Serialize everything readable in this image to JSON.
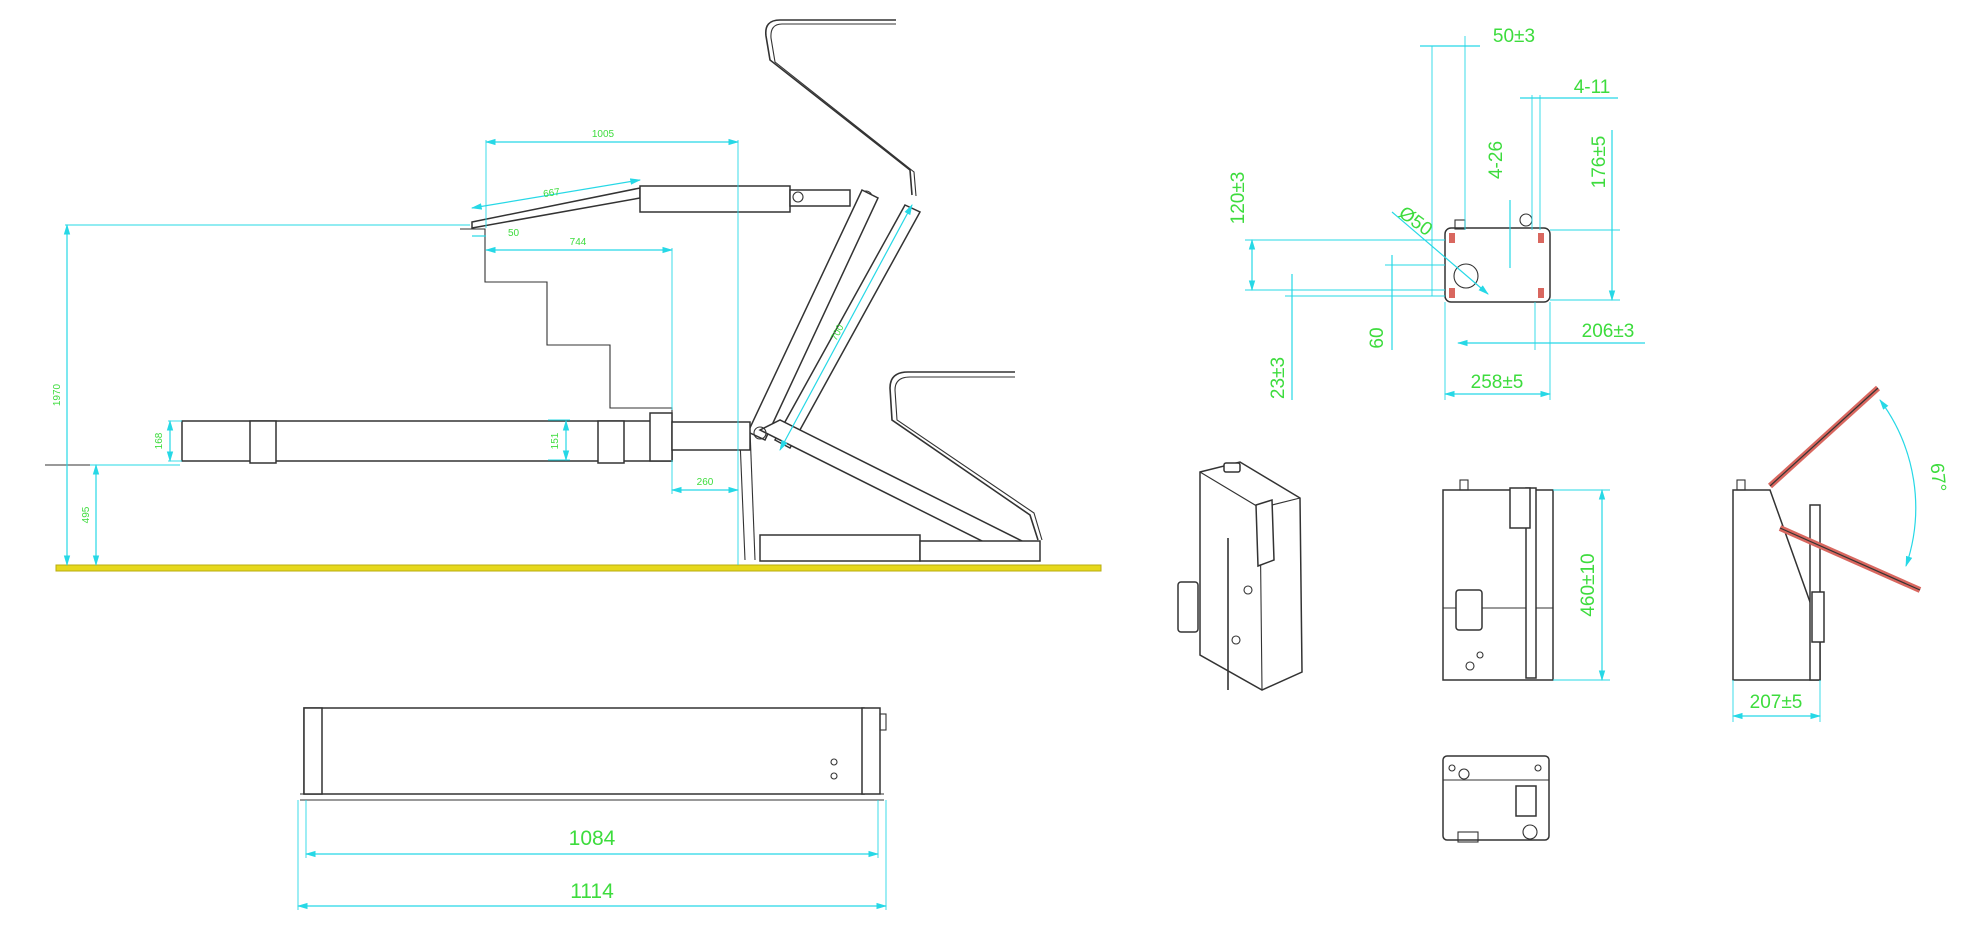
{
  "dimensions": {
    "side_view": {
      "d1005": "1005",
      "d667": "667",
      "d50": "50",
      "d744": "744",
      "d1970": "1970",
      "d168": "168",
      "d151": "151",
      "d260": "260",
      "d495": "495",
      "d700": "700"
    },
    "bottom_view": {
      "d1084": "1084",
      "d1114": "1114"
    },
    "box_top_view": {
      "d50_3": "50±3",
      "d4_11": "4-11",
      "d4_26": "4-26",
      "d176_5": "176±5",
      "d120_3": "120±3",
      "phi50": "Ø50",
      "d60": "60",
      "d23_3": "23±3",
      "d206_3": "206±3",
      "d258_5": "258±5"
    },
    "box_front_view": {
      "d460_10": "460±10"
    },
    "box_side_view": {
      "d207_5": "207±5",
      "angle67": "67°"
    }
  },
  "colors": {
    "dimension_line": "#26d8e6",
    "dimension_text": "#3ddc3d",
    "ground": "#e6d81c",
    "outline": "#333333",
    "handle": "#d9675f"
  }
}
